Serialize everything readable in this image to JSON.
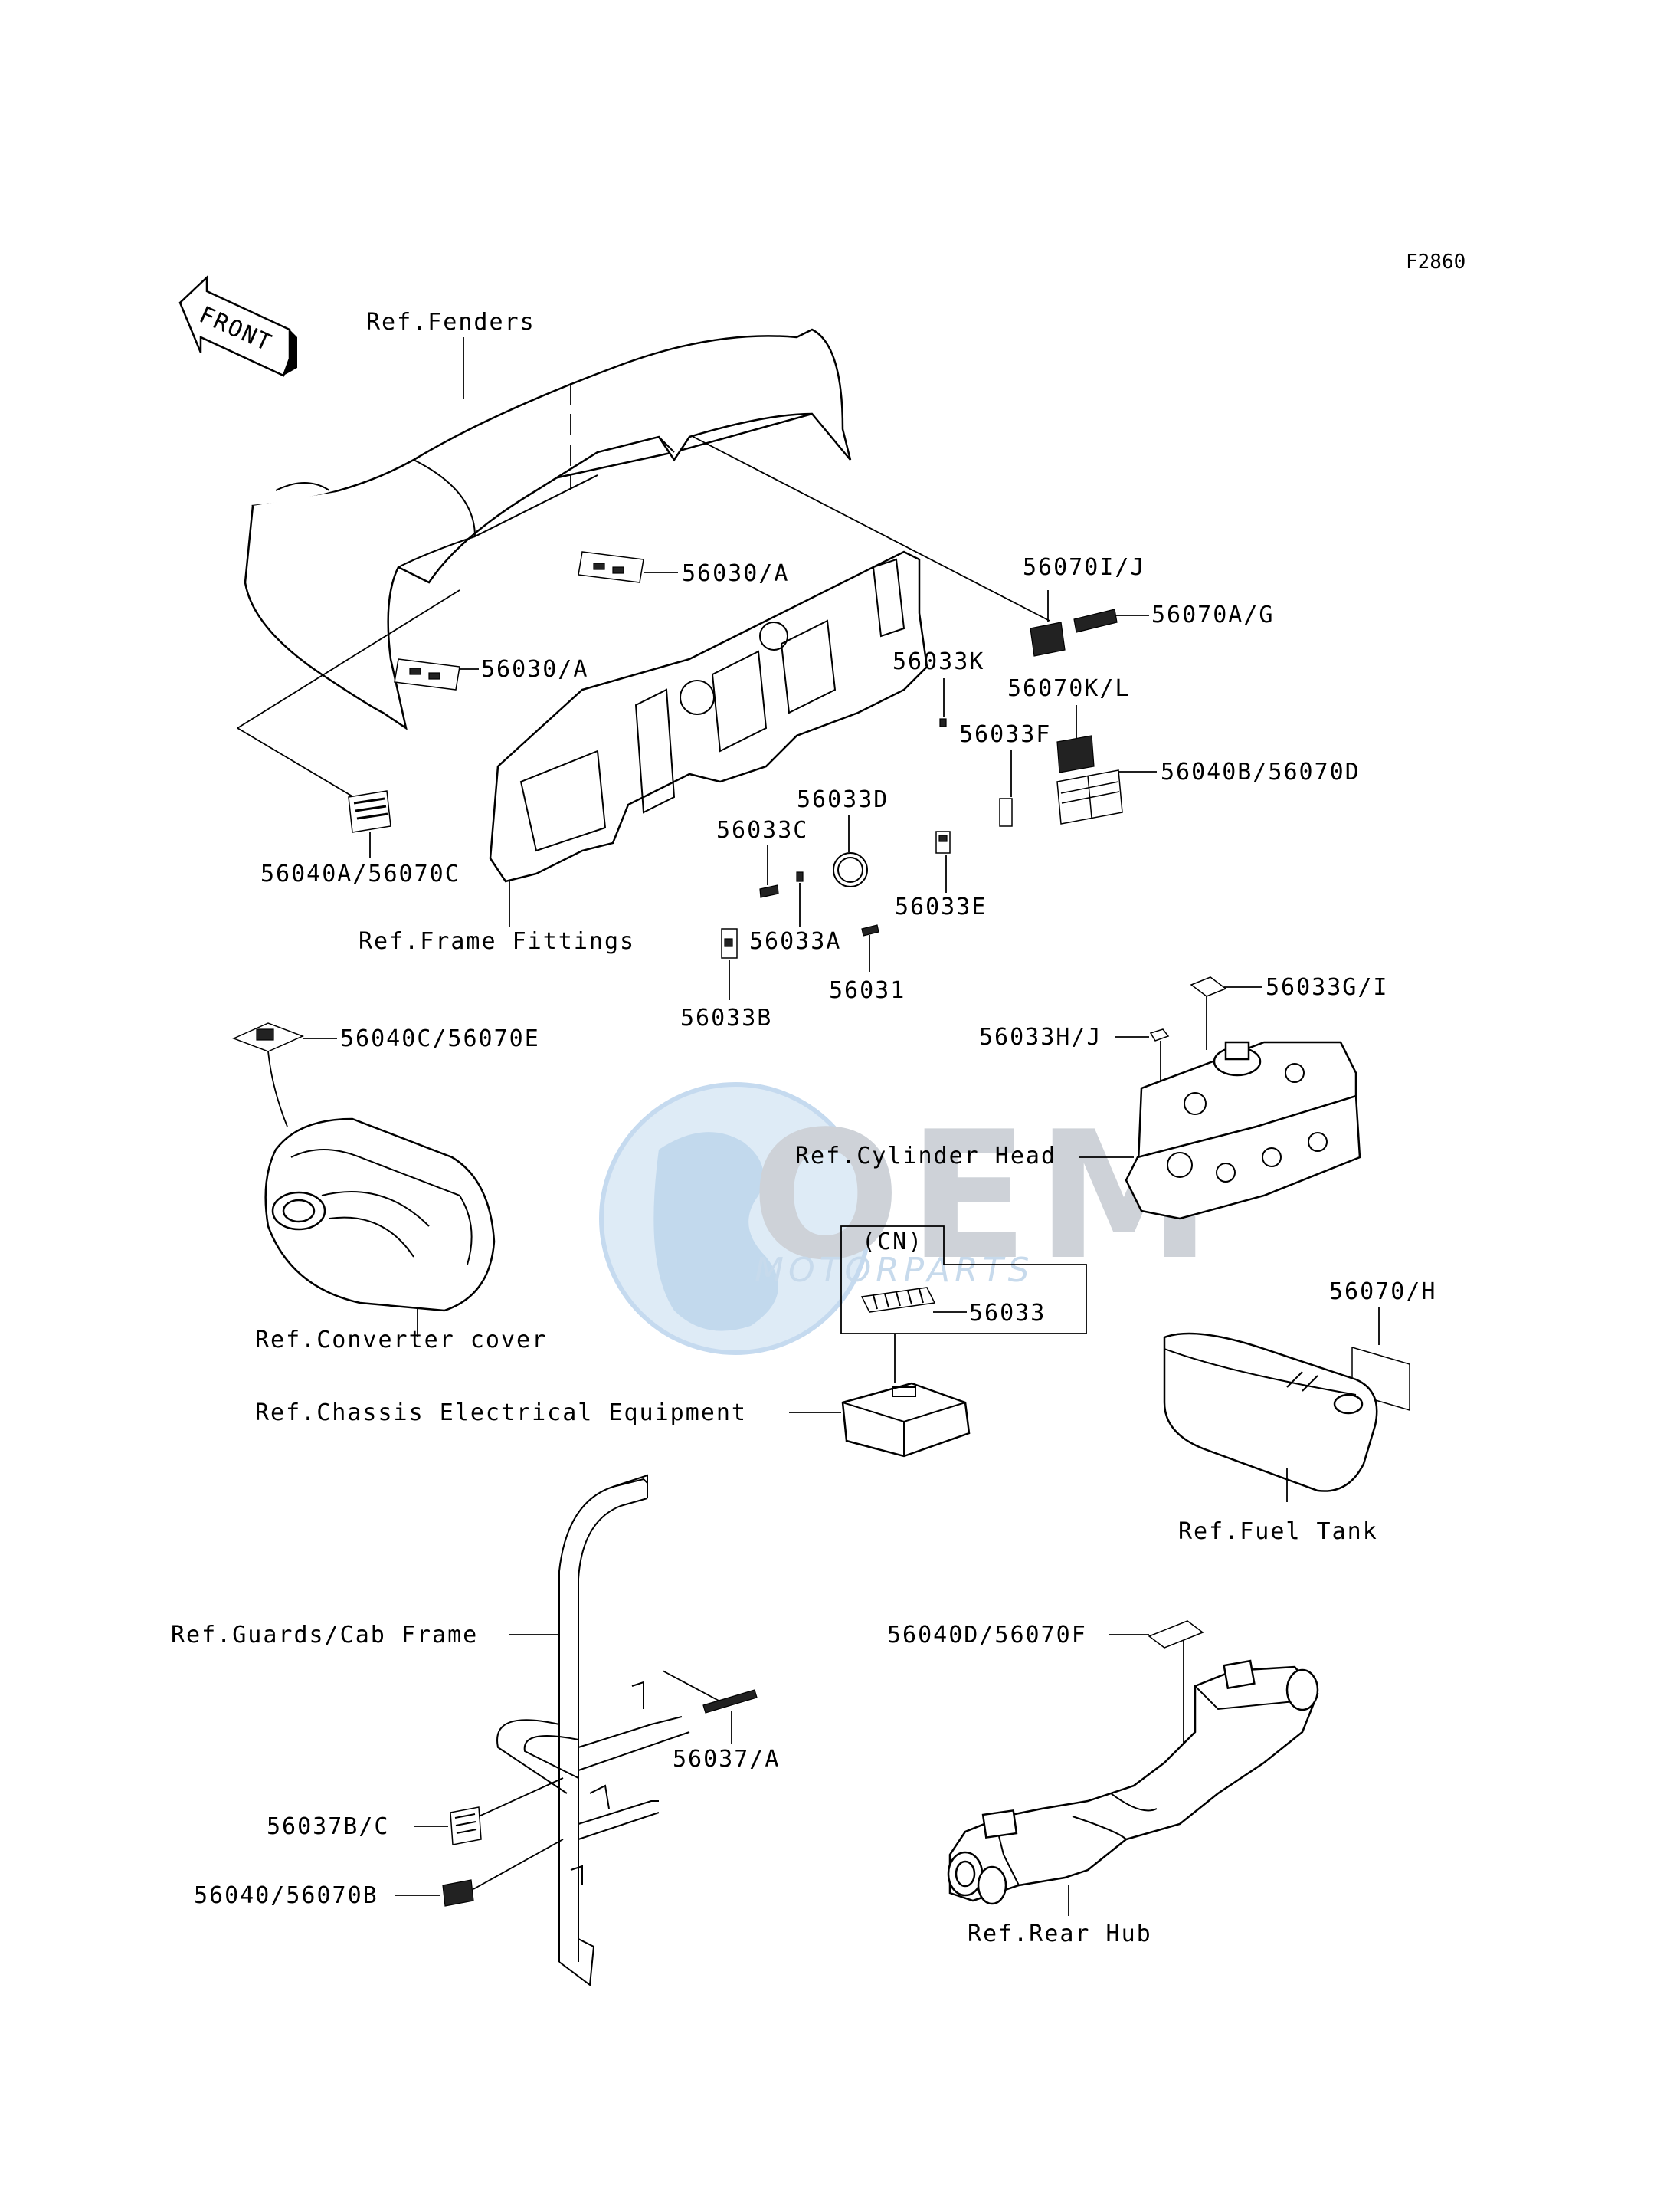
{
  "figure_code": "F2860",
  "front_arrow": "FRONT",
  "refs": {
    "fenders": "Ref.Fenders",
    "frame_fittings": "Ref.Frame Fittings",
    "converter_cover": "Ref.Converter cover",
    "cylinder_head": "Ref.Cylinder Head",
    "chassis_electrical": "Ref.Chassis Electrical Equipment",
    "fuel_tank": "Ref.Fuel Tank",
    "guards_cab_frame": "Ref.Guards/Cab Frame",
    "rear_hub": "Ref.Rear Hub"
  },
  "parts": {
    "p56030a_top": "56030/A",
    "p56030a_mid": "56030/A",
    "p56040a": "56040A/56070C",
    "p56070ij": "56070I/J",
    "p56070ag": "56070A/G",
    "p56033k": "56033K",
    "p56070kl": "56070K/L",
    "p56033f": "56033F",
    "p56040b": "56040B/56070D",
    "p56033d": "56033D",
    "p56033c": "56033C",
    "p56033e": "56033E",
    "p56033a": "56033A",
    "p56031": "56031",
    "p56033b": "56033B",
    "p56033gi": "56033G/I",
    "p56033hj": "56033H/J",
    "p56040c": "56040C/56070E",
    "cn": "(CN)",
    "p56033": "56033",
    "p56070h": "56070/H",
    "p56040d": "56040D/56070F",
    "p56037a": "56037/A",
    "p56037bc": "56037B/C",
    "p56040": "56040/56070B"
  },
  "watermark": {
    "main": "OEM",
    "sub": "MOTORPARTS"
  }
}
